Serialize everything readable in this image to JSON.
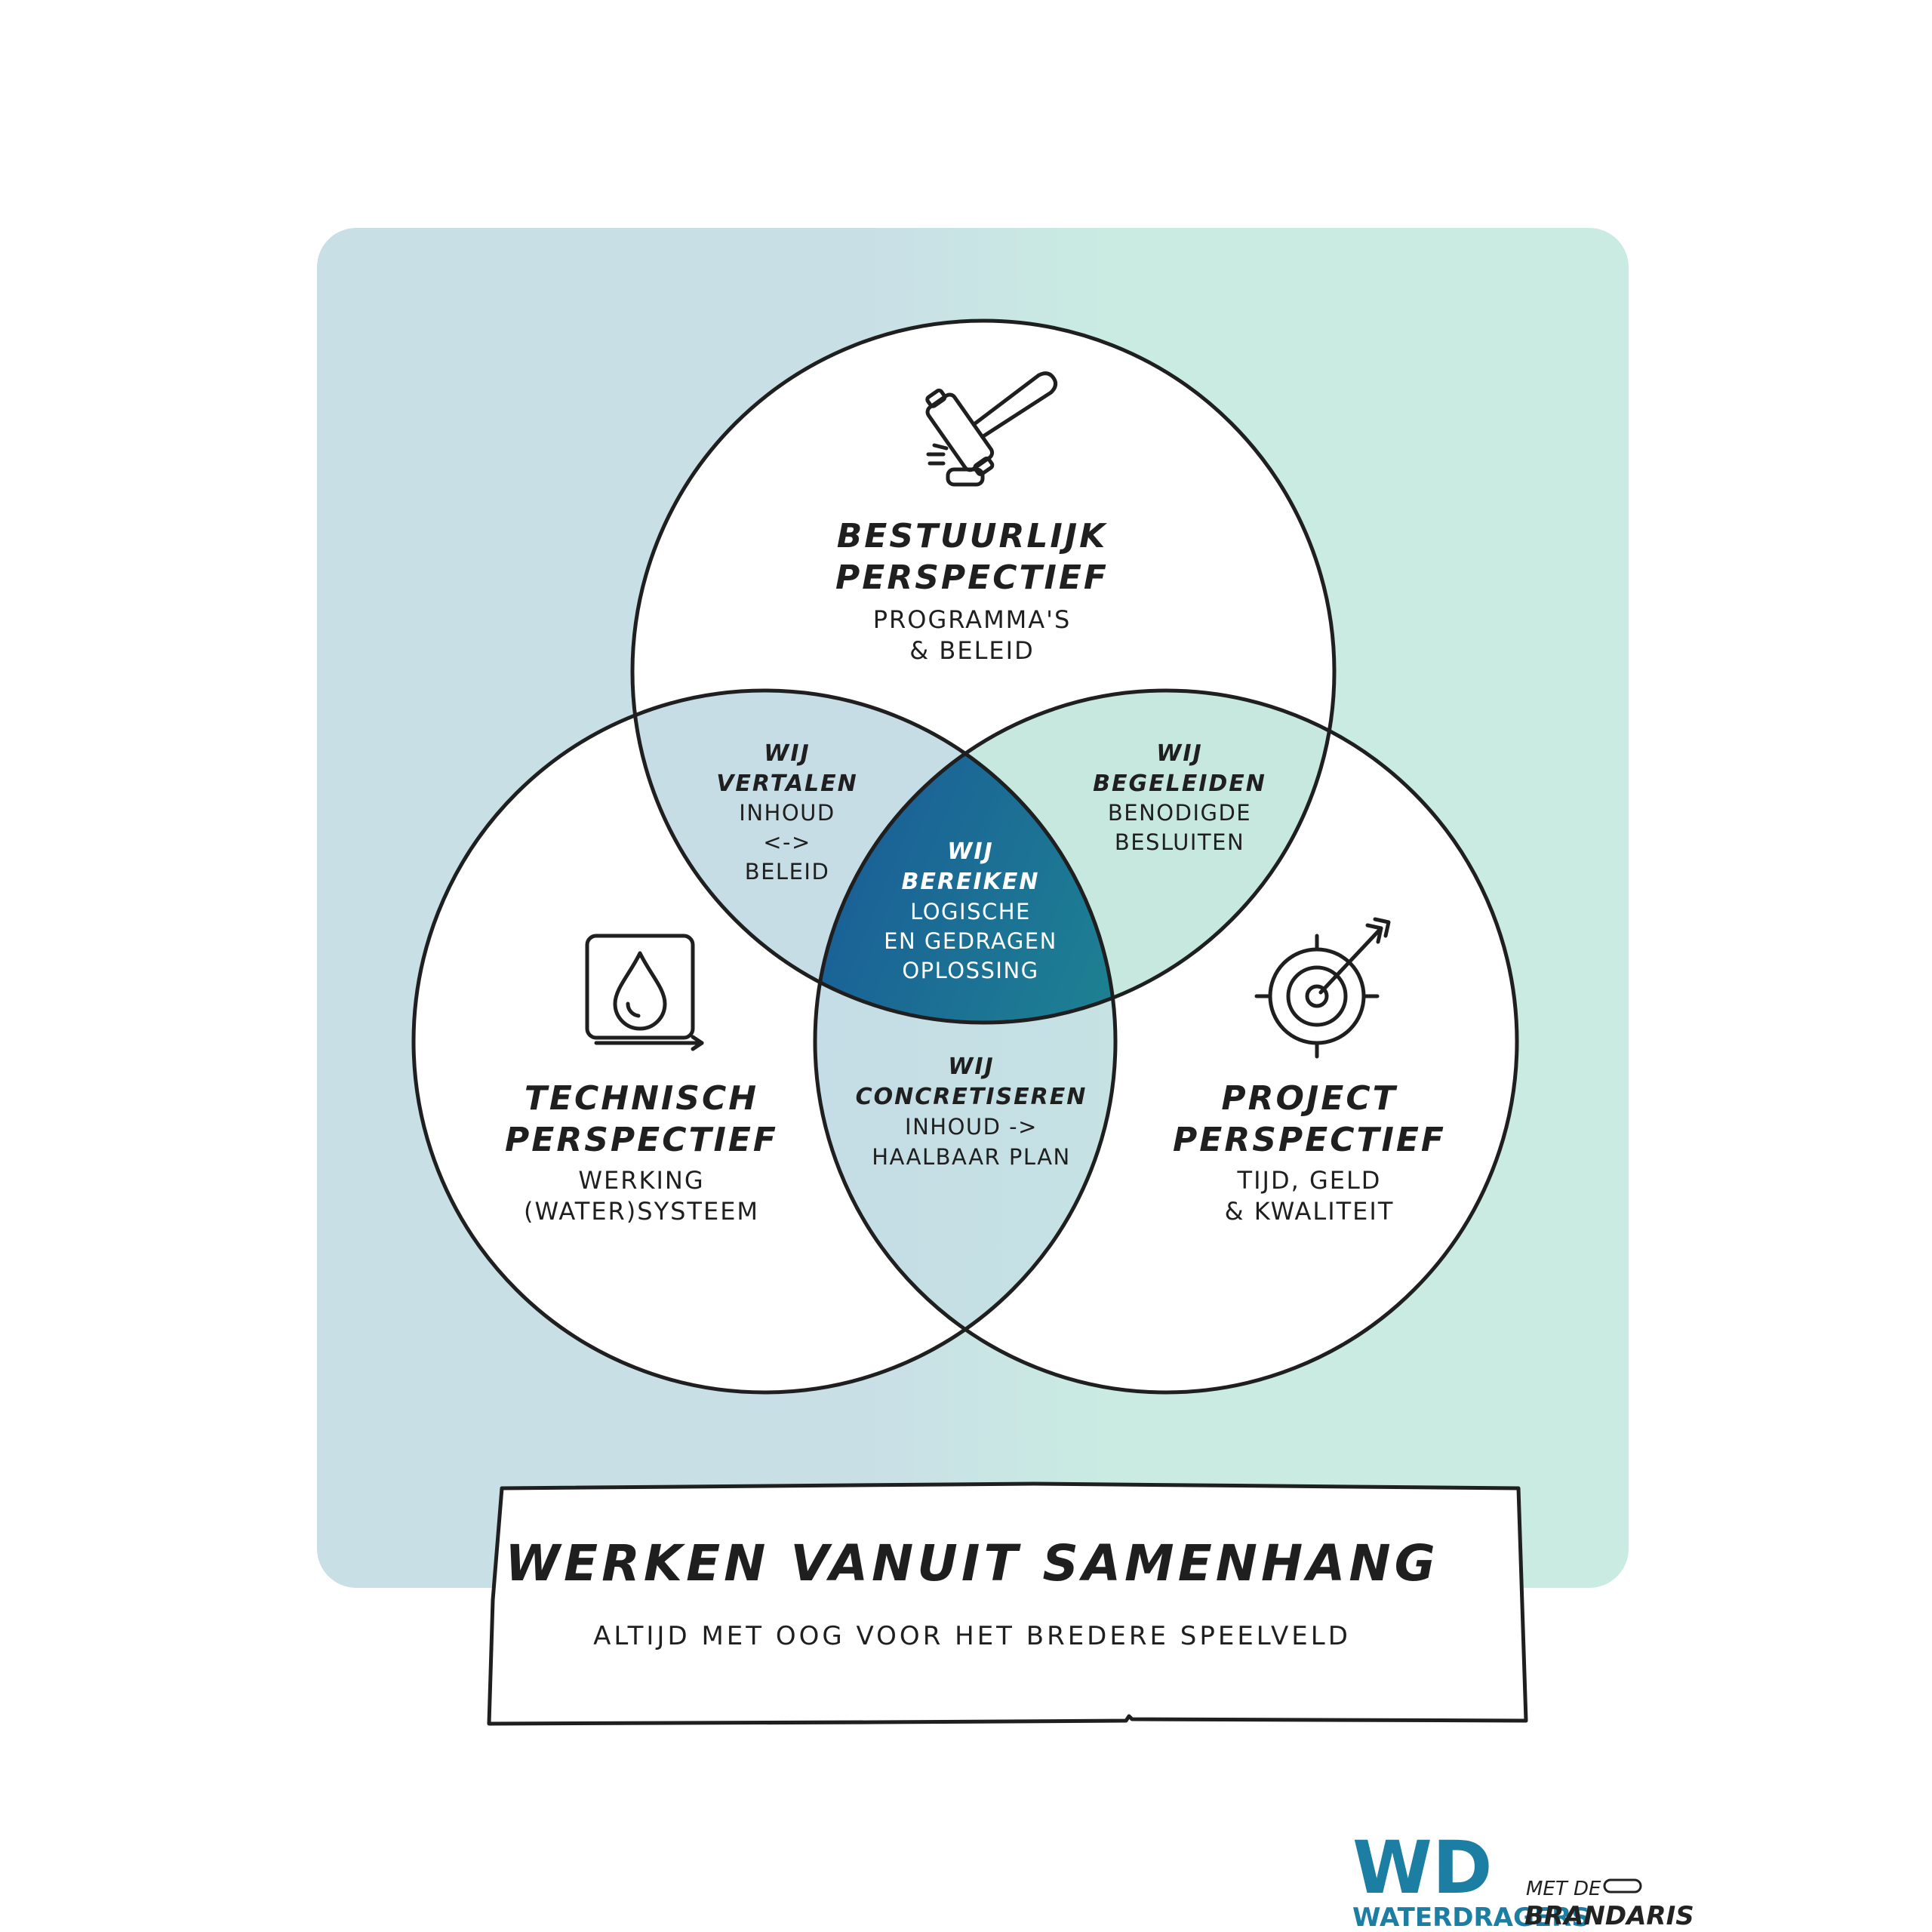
{
  "diagram": {
    "circles": {
      "top": {
        "title_line1": "Bestuurlijk",
        "title_line2": "perspectief",
        "sub_line1": "programma's",
        "sub_line2": "& beleid",
        "icon": "gavel-icon"
      },
      "left": {
        "title_line1": "Technisch",
        "title_line2": "perspectief",
        "sub_line1": "werking",
        "sub_line2": "(water)systeem",
        "icon": "water-drop-icon"
      },
      "right": {
        "title_line1": "Project",
        "title_line2": "perspectief",
        "sub_line1": "tijd, geld",
        "sub_line2": "& kwaliteit",
        "icon": "target-arrow-icon"
      }
    },
    "overlaps": {
      "top_left": {
        "line1": "Wij",
        "line2": "vertalen",
        "line3": "inhoud",
        "line4": "<->",
        "line5": "beleid"
      },
      "top_right": {
        "line1": "Wij",
        "line2": "begeleiden",
        "line3": "benodigde",
        "line4": "besluiten"
      },
      "bottom": {
        "line1": "Wij",
        "line2": "concretiseren",
        "line3": "inhoud ->",
        "line4": "haalbaar plan"
      },
      "center": {
        "line1": "Wij",
        "line2": "bereiken",
        "line3": "logische",
        "line4": "en gedragen",
        "line5": "oplossing"
      }
    },
    "colors": {
      "background_left": "#c9dfe6",
      "background_right": "#c9ebe2",
      "overlap_fill": "#c7dee5",
      "center_gradient_start": "#1a5f97",
      "center_gradient_end": "#22b08b",
      "outline": "#1f1f1f"
    }
  },
  "banner": {
    "title": "Werken vanuit samenhang",
    "subtitle": "altijd met oog voor het bredere speelveld"
  },
  "logos": {
    "waterdragers_mark": "WD",
    "waterdragers_name": "WATERDRAGERS",
    "brandaris_line1": "MET DE",
    "brandaris_line2": "BRANDARIS"
  }
}
